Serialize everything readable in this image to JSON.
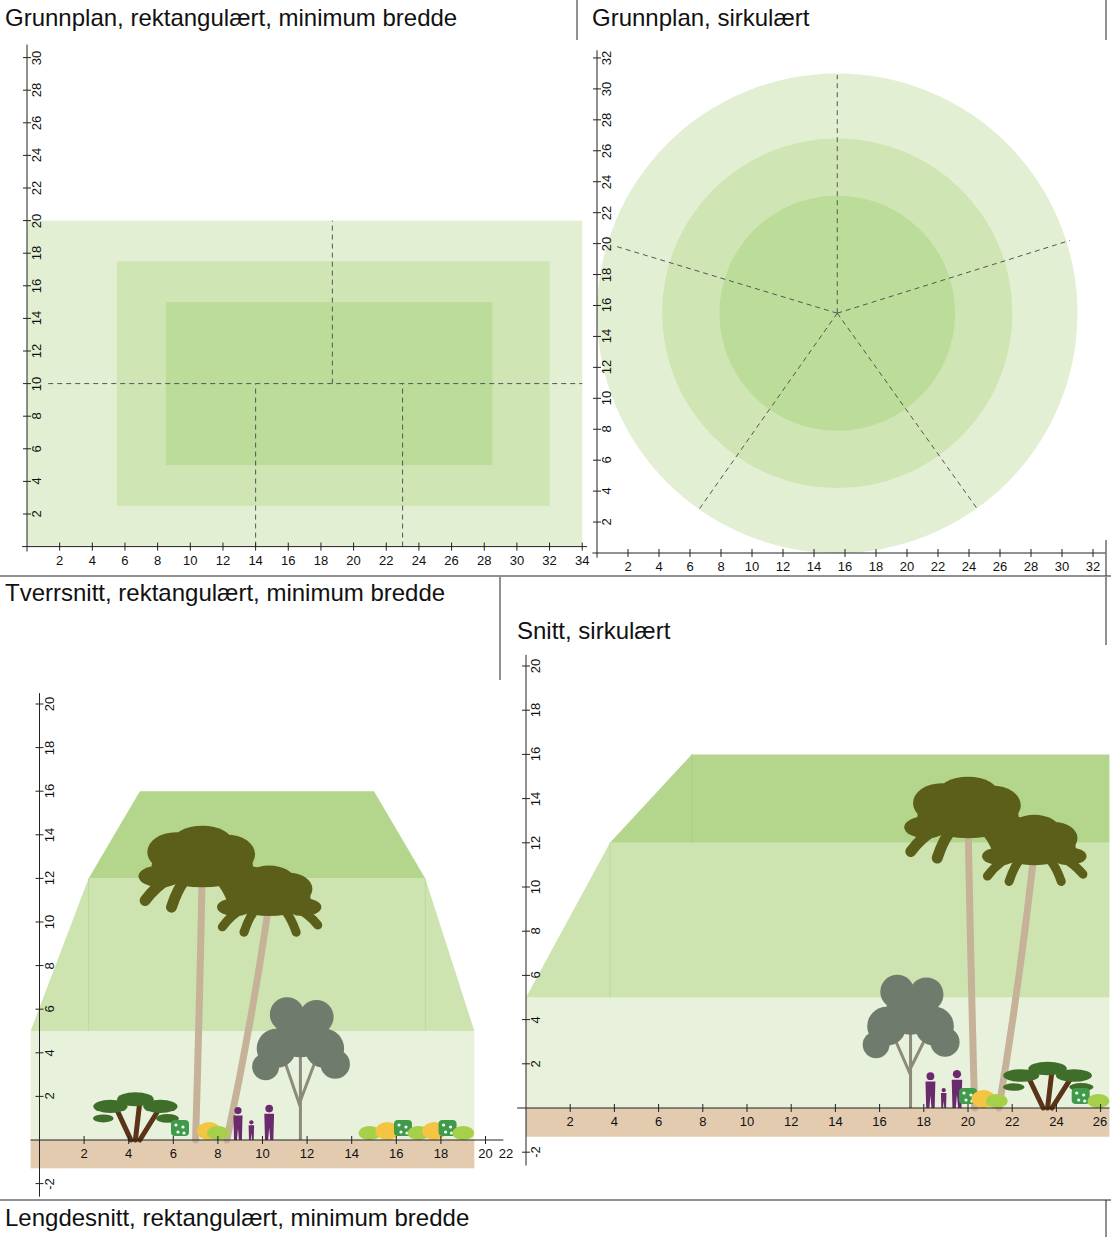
{
  "diagram": {
    "nodes": [
      {
        "text": [
          "Grunnplan, rektangulært, minimum bredde"
        ]
      },
      {
        "text": [
          "Grunnplan, sirkulært"
        ]
      },
      {
        "text": [
          "Tverrsnitt, rektangulært, minimum bredde"
        ]
      },
      {
        "text": [
          "Snitt, sirkulært"
        ]
      },
      {
        "text": [
          "Lengdesnitt, rektangulært, minimum bredde"
        ]
      }
    ],
    "labels": [
      "2",
      "4",
      "6",
      "8",
      "10",
      "12",
      "14",
      "16",
      "18",
      "20",
      "22",
      "24",
      "26",
      "28",
      "30",
      "2",
      "4",
      "6",
      "8",
      "10",
      "12",
      "14",
      "16",
      "18",
      "20",
      "22",
      "24",
      "26",
      "28",
      "30",
      "32",
      "34",
      "2",
      "4",
      "6",
      "8",
      "10",
      "12",
      "14",
      "16",
      "18",
      "20",
      "22",
      "24",
      "26",
      "28",
      "30",
      "32",
      "2",
      "4",
      "6",
      "8",
      "10",
      "12",
      "14",
      "16",
      "18",
      "20",
      "22",
      "24",
      "26",
      "28",
      "30",
      "32",
      "-2",
      "2",
      "4",
      "6",
      "8",
      "10",
      "12",
      "14",
      "16",
      "18",
      "20",
      "2",
      "4",
      "6",
      "8",
      "10",
      "12",
      "14",
      "16",
      "18",
      "20",
      "22",
      "-2",
      "2",
      "4",
      "6",
      "8",
      "10",
      "12",
      "14",
      "16",
      "18",
      "20",
      "2",
      "4",
      "6",
      "8",
      "10",
      "12",
      "14",
      "16",
      "18",
      "20",
      "22",
      "24",
      "26"
    ]
  }
}
